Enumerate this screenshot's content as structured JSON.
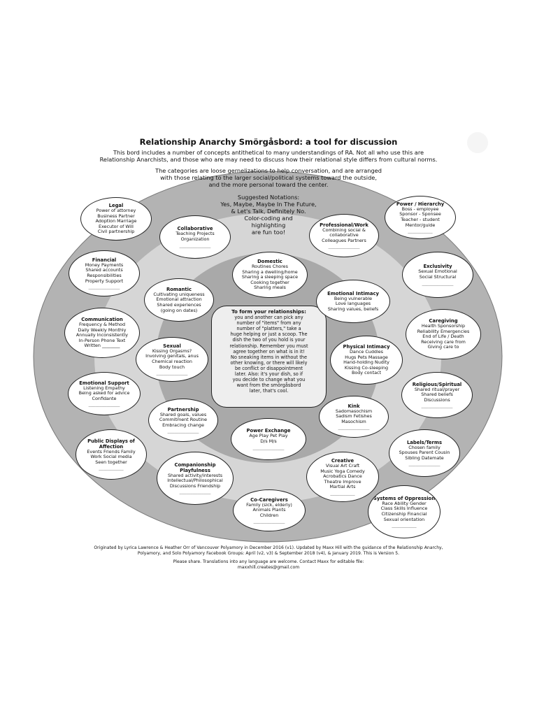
{
  "title": "Relationship Anarchy Smörgåsbord: a tool for discussion",
  "intro": [
    "This bord includes a number of concepts antithetical to many understandings of RA. Not all who use this are",
    "Relationship Anarchists, and those who are may need to discuss how their relational style differs from cultural norms."
  ],
  "intro2": [
    "The categories are loose gernelizations to help conversation, and are arranged",
    "with those relating to the larger social/political systems toward the outside,",
    "and the more personal toward the center."
  ],
  "notation": [
    "Suggested Notations:",
    "Yes, Maybe, Maybe In The Future,",
    "& Let's Talk, Definitely No.",
    "Color-coding and",
    "highlighting",
    "are fun too!"
  ],
  "center": {
    "title": "To form your relationships:",
    "lines": [
      "you and another can pick any",
      "number of \"items\" from any",
      "number of \"platters,\" take a",
      "huge helping or just a scoop. The",
      "dish the two of you hold is your",
      "relationship. Remember you must",
      "agree together on what is in it!",
      "No sneaking items in without the",
      "other knowing, or there will likely",
      "be conflict or disappointment",
      "later. Also: it's your dish, so if",
      "you decide to change what you",
      "want from the smörgåsbord",
      "later, that's cool."
    ]
  },
  "bubbles": [
    {
      "id": "legal",
      "title": "Legal",
      "lines": [
        "Power of attorney",
        "Business Partner",
        "Adoption   Marriage",
        "Executor of Will",
        "Civil partnership"
      ]
    },
    {
      "id": "collaborative",
      "title": "Collaborative",
      "lines": [
        "Teaching   Projects",
        "Organization"
      ],
      "blank": "______________"
    },
    {
      "id": "professional",
      "title": "Professional/Work",
      "lines": [
        "Combining social &",
        "collaborative",
        "Colleagues  Partners"
      ],
      "blank": "______________"
    },
    {
      "id": "power-hierarchy",
      "title": "Power / Hierarchy",
      "lines": [
        "Boss - employee",
        "Sponsor - Sponsee",
        "Teacher - student",
        "Mentor/guide"
      ],
      "blank": "___________"
    },
    {
      "id": "financial",
      "title": "Financial",
      "lines": [
        "Money   Payments",
        "Shared accounts",
        "Responsibilities",
        "Property   Support"
      ],
      "blank": "______________"
    },
    {
      "id": "domestic",
      "title": "Domestic",
      "lines": [
        "Routines   Chores",
        "Sharing a dwelling/home",
        "Sharing a sleeping space",
        "Cooking together",
        "Sharing meals"
      ]
    },
    {
      "id": "exclusivity",
      "title": "Exclusivity",
      "lines": [
        "Sexual   Emotional",
        "Social   Structural"
      ],
      "blank": "______________"
    },
    {
      "id": "romantic",
      "title": "Romantic",
      "lines": [
        "Cultivating uniqueness",
        "Emotional attraction",
        "Shared experiences",
        "(going on dates)"
      ]
    },
    {
      "id": "emotional-intimacy",
      "title": "Emotional Intimacy",
      "lines": [
        "Being vulnerable",
        "Love languages",
        "Sharing values, beliefs"
      ]
    },
    {
      "id": "communication",
      "title": "Communication",
      "lines": [
        "Frequency & Method",
        "Daily  Weekly  Monthly",
        "Annually  Inconsistently",
        "In-Person  Phone  Text",
        "Written  ________"
      ]
    },
    {
      "id": "caregiving",
      "title": "Caregiving",
      "lines": [
        "Health   Sponsorship",
        "Reliability  Emergencies",
        "End of Life / Death",
        "Receiving care from",
        "Giving care to"
      ]
    },
    {
      "id": "sexual",
      "title": "Sexual",
      "lines": [
        "Kissing   Orgasms?",
        "Involving genitals, anus",
        "Chemical reaction",
        "Body touch"
      ],
      "blank": "______________"
    },
    {
      "id": "physical-intimacy",
      "title": "Physical Intimacy",
      "lines": [
        "Dance    Cuddles",
        "Hugs    Pets   Massage",
        "Hand-holding   Nudity",
        "Kissing   Co-sleeping",
        "Body contact"
      ]
    },
    {
      "id": "emotional-support",
      "title": "Emotional Support",
      "lines": [
        "Listening   Empathy",
        "Being asked for advice",
        "Confidante"
      ],
      "blank": "______________"
    },
    {
      "id": "religious",
      "title": "Religious/Spiritual",
      "lines": [
        "Shared ritual/prayer",
        "Shared beliefs",
        "Discussions"
      ],
      "blank": "______________"
    },
    {
      "id": "partnership",
      "title": "Partnership",
      "lines": [
        "Shared goals, values",
        "Commitment  Routine",
        "Embracing change"
      ],
      "blank": "______________"
    },
    {
      "id": "kink",
      "title": "Kink",
      "lines": [
        "Sadomasochism",
        "Sadism   Fetishes",
        "Masochism"
      ],
      "blank": "______________"
    },
    {
      "id": "power-exchange",
      "title": "Power Exchange",
      "lines": [
        "Age Play      Pet Play",
        "D/s              M/s"
      ],
      "blank": "______________"
    },
    {
      "id": "public-displays",
      "title": "Public Displays of Affection",
      "lines": [
        "Events   Friends  Family",
        "Work   Social media",
        "Seen together"
      ],
      "blank": "___________"
    },
    {
      "id": "labels",
      "title": "Labels/Terms",
      "lines": [
        "Chosen family",
        "Spouses   Parent   Cousin",
        "Sibling   Datemate"
      ],
      "blank": "______________"
    },
    {
      "id": "companionship",
      "title": "Companionship Playfulness",
      "lines": [
        "Shared activity/interests",
        "Intellectual/Philosophical",
        "Discussions   Friendship"
      ],
      "blank": "______________"
    },
    {
      "id": "creative",
      "title": "Creative",
      "lines": [
        "Visual Art   Craft",
        "Music  Yoga  Comedy",
        "Acrobatics   Dance",
        "Theatre   Improve",
        "Martial Arts"
      ],
      "blank": "___________"
    },
    {
      "id": "co-caregivers",
      "title": "Co-Caregivers",
      "lines": [
        "Family (sick, elderly)",
        "Animals    Plants",
        "Children"
      ],
      "blank": "______________"
    },
    {
      "id": "systems-oppression",
      "title": "Systems of Oppression",
      "lines": [
        "Race   Ability   Gender",
        "Class   Skills   Influence",
        "Citizenship   Financial",
        "Sexual orientation"
      ],
      "blank": "___________"
    }
  ],
  "footer": [
    "Originated by Lyrica Lawrence & Heather Orr of Vancouver Polyamory in December 2016 (v1). Updated by Maxx Hill with the guidance of the Relationship Anarchy,",
    "Polyamory, and Solo Polyamory Facebook Groups: April (v2, v3) & September 2018 (v4), & January 2019. This is Version 5.",
    "Please share. Translations into any language are welcome. Contact Maxx for editable file:",
    "maxxhill.creates@gmail.com"
  ]
}
